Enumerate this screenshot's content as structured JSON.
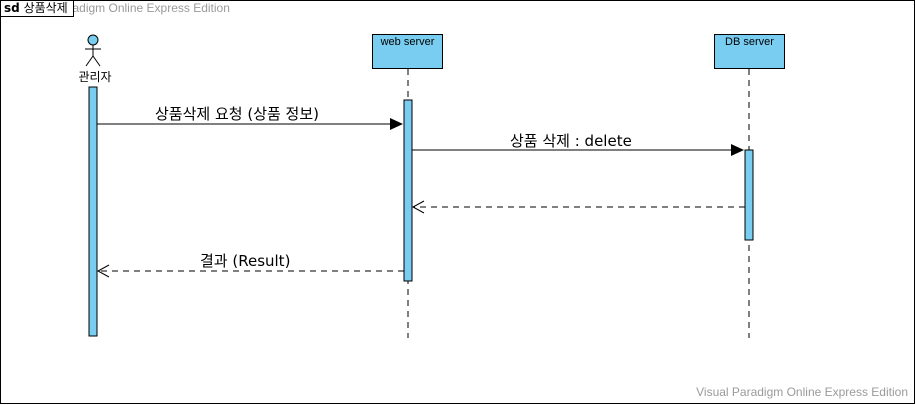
{
  "watermark": {
    "top": "Visual Paradigm Online Express Edition",
    "bottom": "Visual Paradigm Online Express Edition"
  },
  "frame": {
    "keyword": "sd",
    "name": "상품삭제"
  },
  "actor": {
    "label": "관리자"
  },
  "lifelines": [
    {
      "label": "web server"
    },
    {
      "label": "DB server"
    }
  ],
  "messages": [
    {
      "label": "상품삭제 요청 (상품 정보)",
      "type": "synchronous"
    },
    {
      "label": "상품 삭제 : delete",
      "type": "synchronous"
    },
    {
      "label": "",
      "type": "return"
    },
    {
      "label": "결과 (Result)",
      "type": "return"
    }
  ],
  "colors": {
    "lifeline_fill": "#78cdf0",
    "activation_fill": "#78cdf0",
    "line": "#000000",
    "watermark": "#9a9a9a"
  }
}
